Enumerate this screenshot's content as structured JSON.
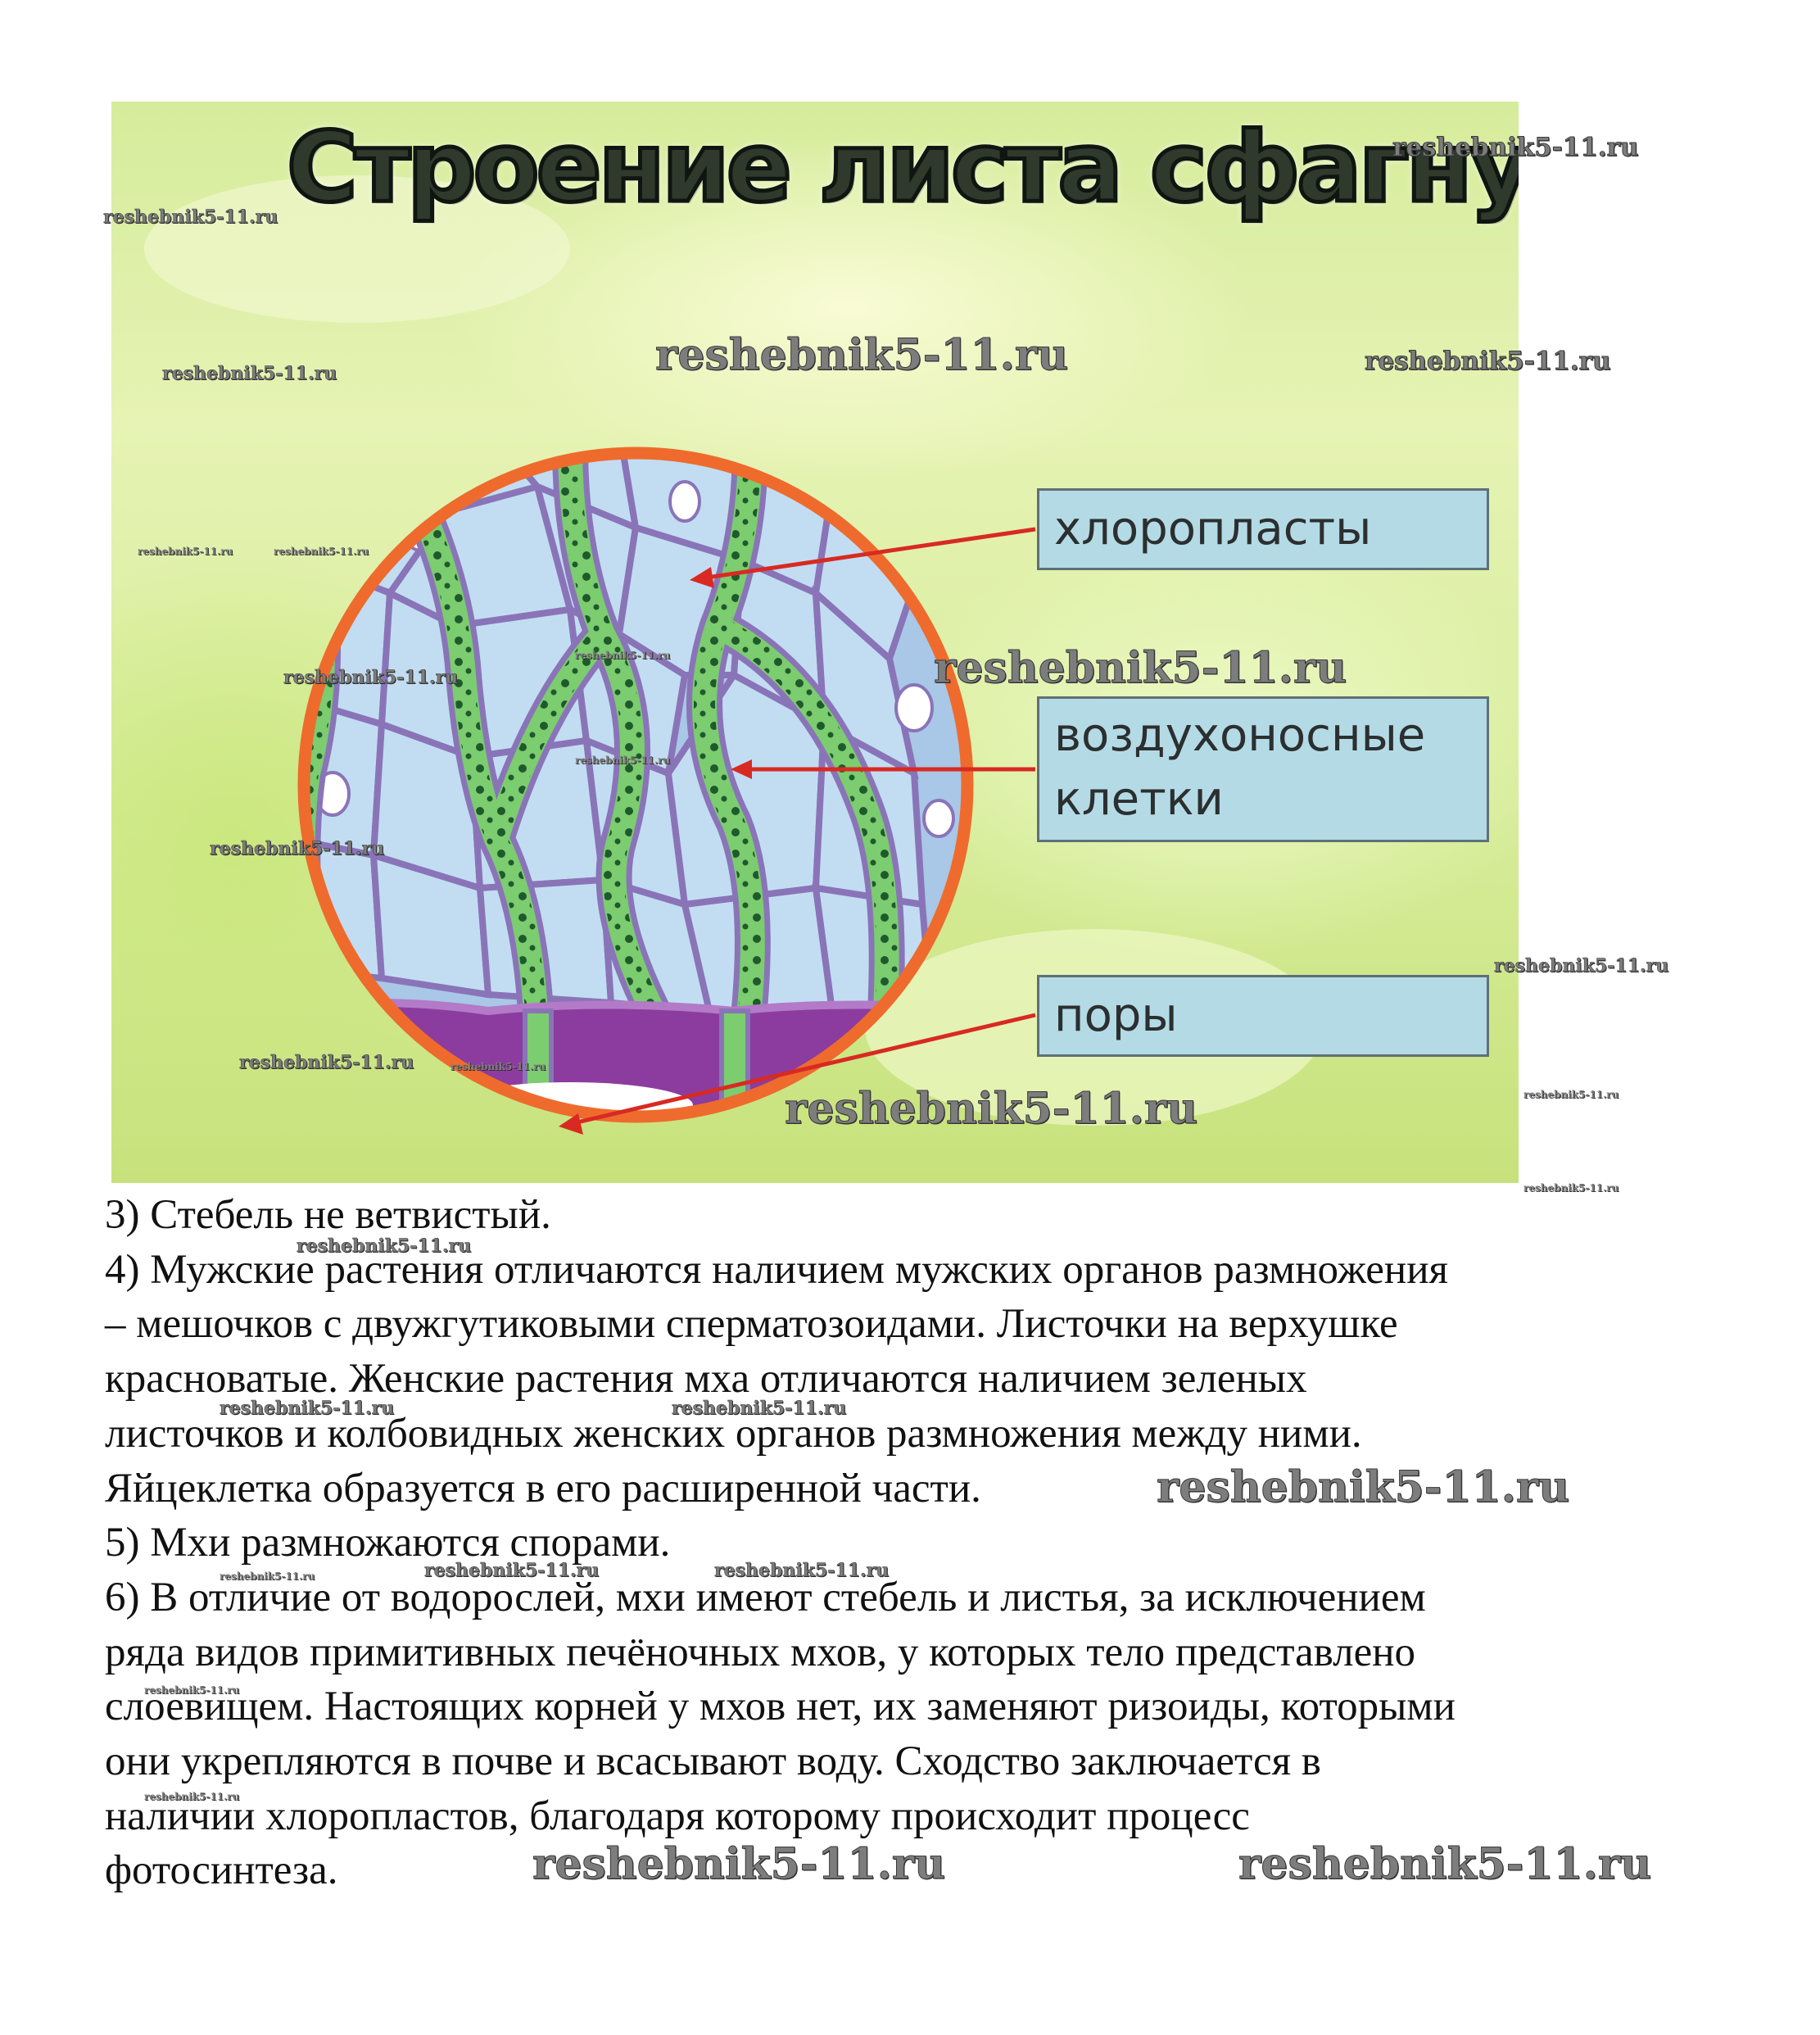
{
  "figure": {
    "title": "Строение листа сфагнума",
    "labels": {
      "chloroplasts": "хлоропласты",
      "air_cells_line1": "воздухоносные",
      "air_cells_line2": "клетки",
      "pores": "поры"
    },
    "colors": {
      "ring": "#ee6b2d",
      "cells": "#bcdaf1",
      "cell_walls": "#8a74b8",
      "chlorophyll_cells": "#72c46c",
      "pore_region": "#8c3c9e",
      "arrows": "#d82a22",
      "label_box": "#b4dbe5"
    }
  },
  "text": {
    "p3": "3) Стебель не ветвистый.",
    "p4_l1": "4) Мужские растения отличаются наличием мужских органов размножения",
    "p4_l2": "– мешочков с двужгутиковыми сперматозоидами. Листочки на верхушке",
    "p4_l3": "красноватые. Женские растения мха отличаются наличием зеленых",
    "p4_l4": "листочков и колбовидных женских органов размножения между ними.",
    "p4_l5": "Яйцеклетка образуется в его расширенной части.",
    "p5": "5) Мхи размножаются спорами.",
    "p6_l1": "6) В отличие от водорослей, мхи имеют стебель и листья, за исключением",
    "p6_l2": "ряда видов примитивных печёночных мхов, у которых тело представлено",
    "p6_l3": "слоевищем. Настоящих корней у мхов нет, их заменяют ризоиды, которыми",
    "p6_l4": "они укрепляются в почве и всасывают воду. Сходство заключается в",
    "p6_l5": "наличии хлоропластов, благодаря которому происходит процесс",
    "p6_l6": "фотосинтеза."
  },
  "watermark": "reshebnik5-11.ru"
}
